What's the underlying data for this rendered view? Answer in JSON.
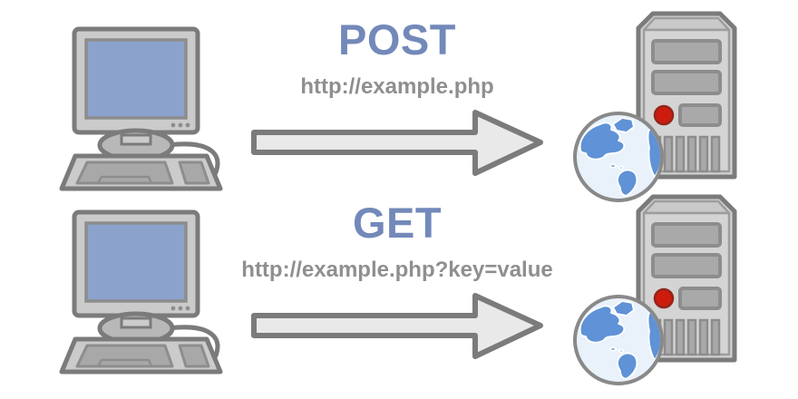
{
  "title": "HTTP POST vs GET request diagram",
  "rows": [
    {
      "method": "POST",
      "url": "http://example.php",
      "client_icon": "desktop-computer-icon",
      "arrow_icon": "right-arrow-icon",
      "server_icon": "web-server-globe-icon"
    },
    {
      "method": "GET",
      "url": "http://example.php?key=value",
      "client_icon": "desktop-computer-icon",
      "arrow_icon": "right-arrow-icon",
      "server_icon": "web-server-globe-icon"
    }
  ],
  "colors": {
    "method_blue": "#7389ba",
    "url_gray": "#8f8f8f",
    "outline_gray": "#7b7b7b",
    "computer_body_gray": "#cbcbcb",
    "keyboard_panel_gray": "#a8a8a8",
    "stand_gray": "#b8b8b8",
    "server_body_gray": "#d2d2d2",
    "server_bay_gray": "#a9a9a9",
    "inner_stroke_gray": "#8d8d8d",
    "screen_blue": "#8ba3cc",
    "arrow_fill": "#e9e9e9",
    "globe_ocean": "#e9f2fb",
    "globe_land": "#5f92d6",
    "led_red": "#cd1c0e",
    "background": "#ffffff"
  }
}
